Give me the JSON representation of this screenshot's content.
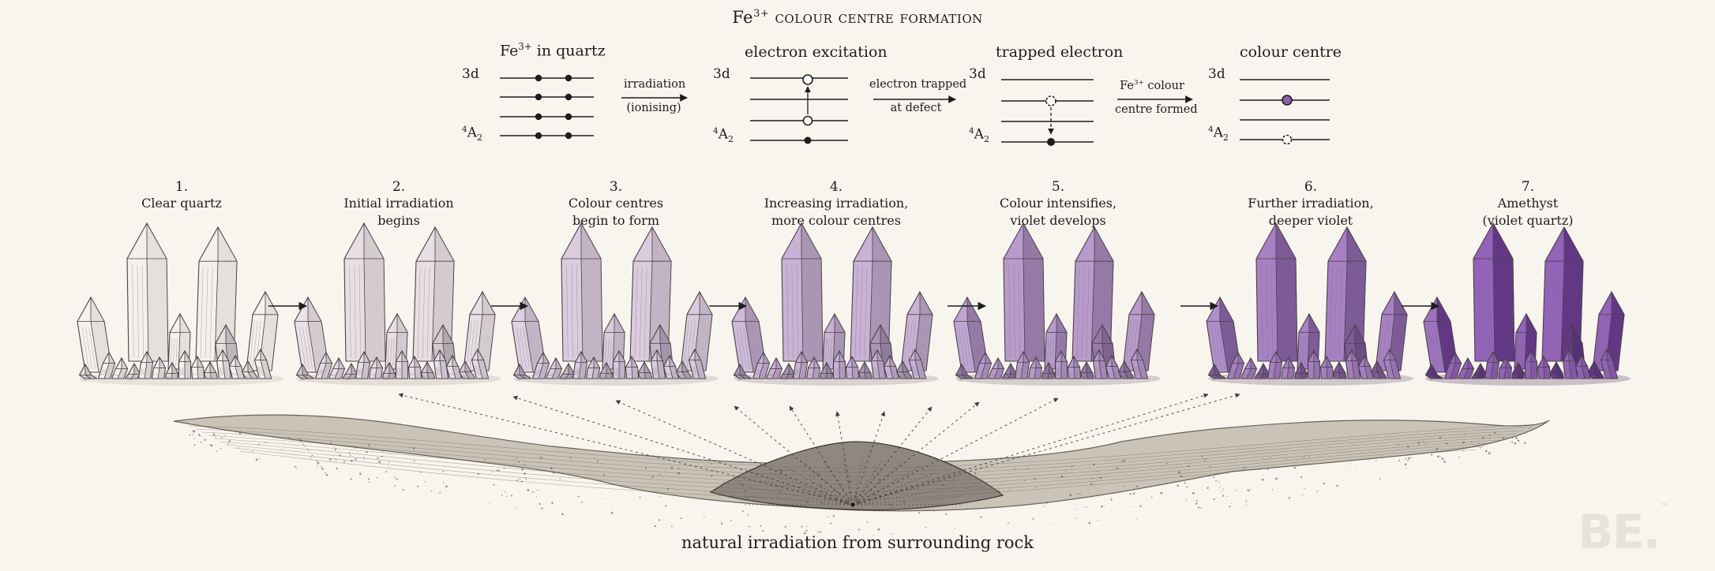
{
  "title": {
    "ion": "Fe",
    "charge": "3+",
    "rest": "colour centre formation"
  },
  "energy_diagram": {
    "level_top": "3d",
    "level_bottom_sup": "4",
    "level_bottom_base": "A",
    "level_bottom_sub": "2",
    "panels": [
      {
        "title_pre": "Fe",
        "title_sup": "3+",
        "title_post": " in quartz"
      },
      {
        "title_pre": "electron excitation",
        "title_sup": "",
        "title_post": ""
      },
      {
        "title_pre": "trapped electron",
        "title_sup": "",
        "title_post": ""
      },
      {
        "title_pre": "colour centre",
        "title_sup": "",
        "title_post": ""
      }
    ],
    "transitions": [
      {
        "line1": "irradiation",
        "line2": "(ionising)"
      },
      {
        "line1": "electron trapped",
        "line2": "at defect"
      },
      {
        "line1_pre": "Fe",
        "line1_sup": "3+",
        "line1_post": " colour",
        "line2": "centre formed"
      }
    ]
  },
  "stages": [
    {
      "number": "1.",
      "line1": "Clear quartz",
      "line2": "",
      "violet": 0.0
    },
    {
      "number": "2.",
      "line1": "Initial irradiation",
      "line2": "begins",
      "violet": 0.12
    },
    {
      "number": "3.",
      "line1": "Colour centres",
      "line2": "begin to form",
      "violet": 0.25
    },
    {
      "number": "4.",
      "line1": "Increasing irradiation,",
      "line2": "more colour centres",
      "violet": 0.42
    },
    {
      "number": "5.",
      "line1": "Colour intensifies,",
      "line2": "violet develops",
      "violet": 0.58
    },
    {
      "number": "6.",
      "line1": "Further irradiation,",
      "line2": "deeper violet",
      "violet": 0.75
    },
    {
      "number": "7.",
      "line1": "Amethyst",
      "line2": "(violet quartz)",
      "violet": 0.95
    }
  ],
  "footer": "natural irradiation from surrounding rock",
  "logo": {
    "text": "BE.",
    "tm": "™"
  },
  "colors": {
    "background": "#f8f5ee",
    "violet": "#6a3a93",
    "ink": "#1d1d1d",
    "rock": "#6b6256"
  }
}
